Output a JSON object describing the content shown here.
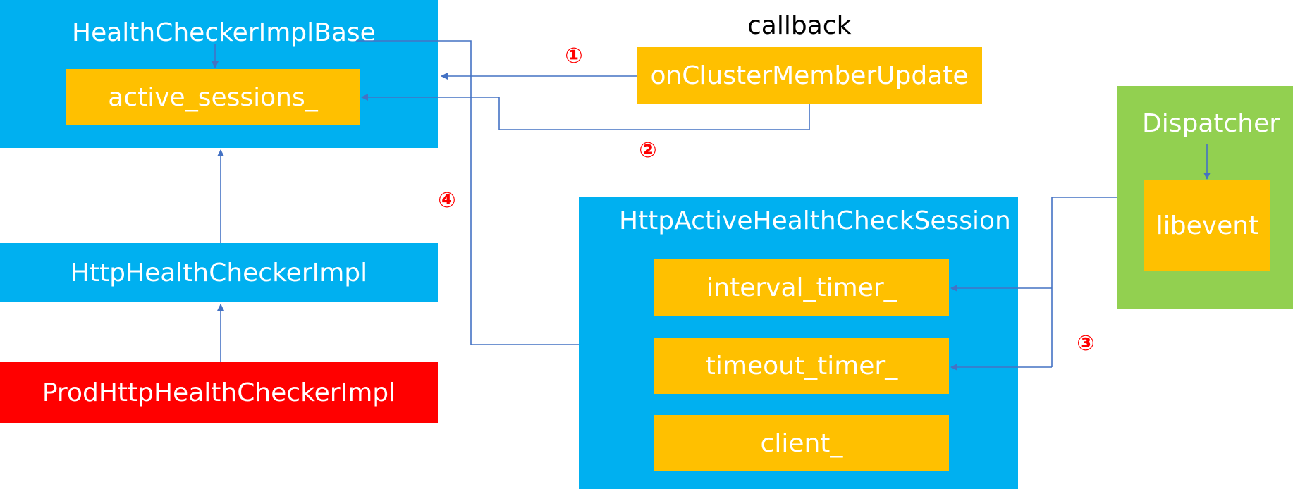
{
  "nodes": {
    "health_checker_impl_base": "HealthCheckerImplBase",
    "active_sessions": "active_sessions_",
    "http_health_checker_impl": "HttpHealthCheckerImpl",
    "prod_http_health_checker_impl": "ProdHttpHealthCheckerImpl",
    "callback_label": "callback",
    "on_cluster_member_update": "onClusterMemberUpdate",
    "http_active_health_check_session": "HttpActiveHealthCheckSession",
    "interval_timer": "interval_timer_",
    "timeout_timer": "timeout_timer_",
    "client": "client_",
    "dispatcher": "Dispatcher",
    "libevent": "libevent"
  },
  "step_markers": [
    "①",
    "②",
    "③",
    "④"
  ],
  "colors": {
    "blue": "#00b0f0",
    "orange": "#ffc000",
    "red": "#ff0000",
    "green": "#92d050",
    "connector": "#4472c4",
    "marker": "#ff0000"
  }
}
